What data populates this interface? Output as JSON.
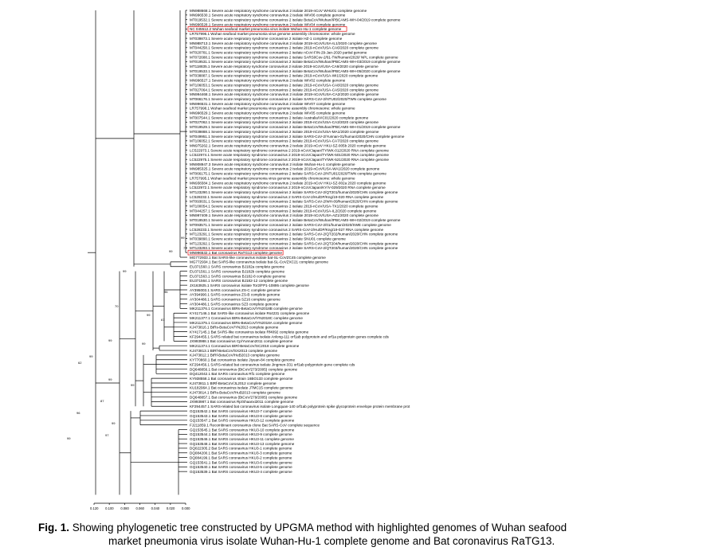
{
  "figure": {
    "caption_label": "Fig. 1.",
    "caption_line1": "Showing phylogenetic tree constructed by UPGMA method with highlighted genomes of Wuhan seafood",
    "caption_line2": "market pneumonia virus isolate Wuhan-Hu-1 complete genome and Bat coronavirus RaTG13.",
    "colors": {
      "highlight": "#e8282b",
      "line": "#000000"
    }
  },
  "chart_data": {
    "type": "tree",
    "method": "UPGMA",
    "scale_ticks": [
      "0.120",
      "0.100",
      "0.080",
      "0.060",
      "0.040",
      "0.020",
      "0.000"
    ],
    "highlighted": [
      "NC 045512.2 Wuhan seafood market pneumonia virus isolate Wuhan-Hu-1 complete genome",
      "MN996532.1 Bat coronavirus RaTG13 complete genome"
    ],
    "bootstrap_labels": [
      "99",
      "99",
      "77",
      "99",
      "96",
      "70",
      "99",
      "67",
      "99",
      "99",
      "99",
      "62",
      "99",
      "99",
      "87",
      "96",
      "99",
      "97",
      "99"
    ],
    "leaves": [
      "MN988668.1 Severe acute respiratory syndrome coronavirus 2 isolate 2019-nCoV WHU01 complete genome",
      "MN996530.1 Severe acute respiratory syndrome coronavirus 2 isolate WIV06 complete genome",
      "MT019532.1 Severe acute respiratory syndrome coronavirus 2 isolate BetaCoV/Wuhan/IPBCAMS-WH-04/2019 complete genome",
      "MN996528.1 Severe acute respiratory syndrome coronavirus 2 isolate WIV04 complete genome",
      "NC 045512.2 Wuhan seafood market pneumonia virus isolate Wuhan-Hu-1 complete genome",
      "LR757996.1 Wuhan seafood market pneumonia virus genome assembly chromosome: whole genome",
      "MT039873.1 Severe acute respiratory syndrome coronavirus 2 isolate HZ-1 complete genome",
      "MN988713.1 Severe acute respiratory syndrome coronavirus 2 isolate 2019-nCoV/USA-IL1/2020 complete genome",
      "MT044258.1 Severe acute respiratory syndrome coronavirus 2 isolate 2019-nCoV/USA-CA6/2020 complete genome",
      "MT020781.1 Severe acute respiratory syndrome coronavirus 2 isolate nCoV-FIN-29-Jan-2020 partial genome",
      "MT072688.1 Severe acute respiratory syndrome coronavirus 2 isolate SARS0Cov-2/61-TW/human/2020/ NPL complete genome",
      "MT019531.1 Severe acute respiratory syndrome coronavirus 2 isolate BetaCoV/Wuhan/IPBCAMS-WH-03/2019 complete genome",
      "MT118835.1 Severe acute respiratory syndrome coronavirus 2 isolate 2019-nCoV/USA-CA9/2020 complete genome",
      "MT019533.1 Severe acute respiratory syndrome coronavirus 2 isolate BetaCoV/Wuhan/IPBCAMS-WH-05/2020 complete genome",
      "MT038887.1 Severe acute respiratory syndrome coronavirus 2 isolate 2019-nCoV/USA-WI1/2020 complete genome",
      "MN996527.1 Severe acute respiratory syndrome coronavirus 2 isolate WIV02 complete genome",
      "MT106053.1 Severe acute respiratory syndrome coronavirus 2 isolate 2019-nCoV/USA-CA8/2020 complete genome",
      "MT027064.1 Severe acute respiratory syndrome coronavirus 2 isolate 2019-nCoV/USA-CA5/2020 complete genome",
      "MN994468.1 Severe acute respiratory syndrome coronavirus 2 isolate 2019-nCoV/USA-CA2/2020 complete genome",
      "MT066176.1 Severe acute respiratory syndrome coronavirus 2 isolate SARS-CoV-2/NTU02/2020/TWN complete genome",
      "MN996531.1 Severe acute respiratory syndrome coronavirus 2 isolate WIV07 complete genome",
      "LR757998.1 Wuhan seafood market pneumonia virus genome assembly chromosome: whole genome",
      "MN996529.1 Severe acute respiratory syndrome coronavirus 2 isolate WIV05 complete genome",
      "MT007544.1 Severe acute respiratory syndrome coronavirus 2 isolate Australia/VIC01/2020 complete genome",
      "MT027062.1 Severe acute respiratory syndrome coronavirus 2 isolate 2019-nCoV/USA-CA3/2020 complete genome",
      "MT019529.1 Severe acute respiratory syndrome coronavirus 2 isolate BetaCoV/Wuhan/IPBCAMS-WH-01/2019 complete genome",
      "MT039888.1 Severe acute respiratory syndrome coronavirus 2 isolate 2019-nCoV/USA-MA1/2020 complete genome",
      "MT049951.1 Severe acute respiratory syndrome coronavirus 2 isolate SARS-CoV-2/Yunnan-01/human/2020/CHN complete genome",
      "MT106052.1 Severe acute respiratory syndrome coronavirus 2 isolate 2019-nCoV/USA-CA7/2020 complete genome",
      "MN975262.1 Severe acute respiratory syndrome coronavirus 2 isolate 2019-nCoV HKU-SZ-005b 2020 complete genome",
      "LC522973.1 Severe acute respiratory syndrome coronavirus 2 2019-nCoV/Japan/TY/WK-012/2020 RNA complete genome",
      "LC522974.1 Severe acute respiratory syndrome coronavirus 2 2019-nCoV/Japan/TY/WK-501/2020 RNA complete genome",
      "LC522975.1 Severe acute respiratory syndrome coronavirus 2 2019-nCoV/Japan/TY/WK-521/2020 RNA complete genome",
      "MN908947.3 Severe acute respiratory syndrome coronavirus 2 isolate Wuhan-Hu-1 complete genome",
      "MN985325.1 Severe acute respiratory syndrome coronavirus 2 isolate 2019-nCoV/USA-WA1/2020 complete genome",
      "MT066175.1 Severe acute respiratory syndrome coronavirus 2 isolate SARS-CoV-2/NTU01/2020/TWN complete genome",
      "LR757995.1 Wuhan seafood market pneumonia virus genome assembly chromosome: whole genome",
      "MN938384.1 Severe acute respiratory syndrome coronavirus 2 isolate 2019-nCoV HKU-SZ-002a 2020 complete genome",
      "LC522972.1 Severe acute respiratory syndrome coronavirus 2 2019-nCoV/Japan/KY/V-029/2020 RNA complete genome",
      "MT123290.1 Severe acute respiratory syndrome coronavirus 2 isolate SARS-CoV-2/QT201/human/2020/CHN complete genome",
      "LC528232.1 Severe acute respiratory syndrome coronavirus 2 SARS-CoV-2/Hu/DP/Kng/19-020 RNA complete genome",
      "MT093631.1 Severe acute respiratory syndrome coronavirus 2 isolate SARS-CoV-2/WH-09/human/2020/CHN complete genome",
      "MT100054.1 Severe acute respiratory syndrome coronavirus 2 isolate 2019-nCoV/USA-TX1/2020 complete genome",
      "MT044257.1 Severe acute respiratory syndrome coronavirus 2 isolate 2019-nCoV/USA-IL2/2020 complete genome",
      "MN997409.1 Severe acute respiratory syndrome coronavirus 2 isolate 2019-nCoV/USA-AZ1/2020 complete genome",
      "MT019530.1 Severe acute respiratory syndrome coronavirus 2 isolate BetaCoV/Wuhan/IPBCAMS-WH-02/2019 complete genome",
      "MT093571.1 Severe acute respiratory syndrome coronavirus 2 isolate SARS-CoV-2/01/human/2020/SWE complete genome",
      "LC528233.1 Severe acute respiratory syndrome coronavirus 2 SARS-CoV-2/Hu/DP/Kng/19-027 RNA complete genome",
      "MT123291.1 Severe acute respiratory syndrome coronavirus 2 isolate SARS-CoV-2/QT202/human/2020/CHN complete genome",
      "MT039890.1 Severe acute respiratory syndrome coronavirus 2 isolate SNU01 complete genome",
      "MT123292.1 Severe acute respiratory syndrome coronavirus 2 isolate SARS-CoV-2/QT204/human/2020/CHN complete genome",
      "MT123293.1 Severe acute respiratory syndrome coronavirus 2 isolate SARS-CoV-2/QT203/human/2020/CHN complete genome",
      "MN996532.1 Bat coronavirus RaTG13 complete genome",
      "MG772933.1 Bat SARS-like coronavirus isolate bat-SL-CoVZC45 complete genome",
      "MG772934.1 Bat SARS-like coronavirus isolate bat-SL-CoVZXC21 complete genome",
      "EU371560.1 SARS coronavirus BJ182a complete genome",
      "EU371561.1 SARS coronavirus BJ182b complete genome",
      "EU371563.1 SARS coronavirus BJ182-8 complete genome",
      "EU371564.1 SARS coronavirus BJ182-12 complete genome",
      "JX163925.1 SARS coronavirus isolate Tor2/FP1-10895 complete genome",
      "AY395003.1 SARS coronavirus ZS-C complete genome",
      "AY394990.1 SARS coronavirus ZS-B complete genome",
      "AY304488.1 SARS coronavirus SZ16 complete genome",
      "AY304486.1 SARS coronavirus SZ3 complete genome",
      "MK211376.1 Coronavirus BtRs-BetaCoV/YN2018B complete genome",
      "KY417146.1 Bat SARS-like coronavirus isolate Rs4231 complete genome",
      "MK211377.1 Coronavirus BtRs-BetaCoV/YN2018C complete genome",
      "MK211375.1 Coronavirus BtRs-BetaCoV/YN2018A complete genome",
      "KJ473816.1 BtRs-BetaCoV/YN2013 complete genome",
      "KY417145.1 Bat SARS-like coronavirus isolate Rf4092 complete genome",
      "KF294455.1 SARS related bat coronavirus isolate Anlong-111 orf1ab polyprotein and orf1a polyprotein genes complete cds",
      "JX993988.1 Bat coronavirus Cp/Yunnan2011 complete genome",
      "MK211374.1 Coronavirus BtRl-BetaCoV/SC2018 complete genome",
      "KJ473813.1 BtRf-BetaCoV/SX2013 complete genome",
      "KJ473812.1 BtRf-BetaCoV/HeB2013 complete genome",
      "KY770860.1 Bat coronavirus isolate Jiyuan-84 complete genome",
      "KF294456.1 SARS-related bat coronavirus isolate Jingmen-331 orf1ab polyprotein gene complete cds",
      "DQ648856.1 Bat coronavirus (BtCoV/273/2005) complete genome",
      "DQ412042.1 Bat SARS coronavirus Rf1 complete genome",
      "KY938558.1 Bat coronavirus strain 16BO133 complete genome",
      "KJ473811.1 BtRf-BetaCoV/JL2012 complete genome",
      "KU182964.1 Bat coronavirus isolate JTMC15 complete genome",
      "KJ473814.1 BtRs-BetaCoV/HuB2013 complete genome",
      "DQ648857.1 Bat coronavirus (BtCoV/279/2005) complete genome",
      "JX993987.1 Bat coronavirus Rp/Shaanxi2011 complete genome",
      "KF294457.1 SARS-related bat coronavirus isolate Longquan-140 orf1ab polyprotein spike glycoprotein envelope protein membrane prot",
      "GQ153542.1 Bat SARS coronavirus HKU3-7 complete genome",
      "GQ153543.1 Bat SARS coronavirus HKU3-8 complete genome",
      "GQ153547.1 Bat SARS coronavirus HKU3-12 complete genome",
      "FJ211859.1 Recombinant coronavirus clone Bat SARS-CoV complete sequence",
      "GQ153545.1 Bat SARS coronavirus HKU3-10 complete genome",
      "GQ153544.1 Bat SARS coronavirus HKU3-9 complete genome",
      "GQ153546.1 Bat SARS coronavirus HKU3-11 complete genome",
      "GQ153548.1 Bat SARS coronavirus HKU3-13 complete genome",
      "DQ022305.2 Bat SARS coronavirus HKU3-1 complete genome",
      "DQ084200.1 Bat SARS coronavirus HKU3-3 complete genome",
      "DQ084199.1 Bat SARS coronavirus HKU3-2 complete genome",
      "GQ153541.1 Bat SARS coronavirus HKU3-6 complete genome",
      "GQ153540.1 Bat SARS coronavirus HKU3-5 complete genome",
      "GQ153539.1 Bat SARS coronavirus HKU3-4 complete genome"
    ]
  }
}
